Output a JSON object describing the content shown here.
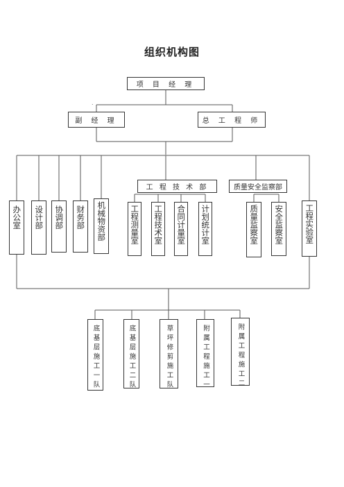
{
  "title": "组织机构图",
  "nodes": {
    "project_manager": "项 目 经 理",
    "deputy_manager": "副 经 理",
    "chief_engineer": "总 工 程 师",
    "engineering_tech_dept": "工 程 技 术 部",
    "quality_safety_dept": "质量安全监察部"
  },
  "departments": [
    {
      "id": "office",
      "label": "办公室"
    },
    {
      "id": "design",
      "label": "设计部"
    },
    {
      "id": "coordination",
      "label": "协调部"
    },
    {
      "id": "finance",
      "label": "财务部"
    },
    {
      "id": "machinery",
      "label": "机械物资部"
    }
  ],
  "tech_sub": [
    {
      "id": "survey",
      "label": "工程测量室"
    },
    {
      "id": "tech",
      "label": "工程技术室"
    },
    {
      "id": "contract",
      "label": "合同计量室"
    },
    {
      "id": "stats",
      "label": "计划统计室"
    }
  ],
  "quality_sub": [
    {
      "id": "quality",
      "label": "质量监察室"
    },
    {
      "id": "safety",
      "label": "安全监察室"
    }
  ],
  "lab": {
    "id": "lab",
    "label": "工程实验室"
  },
  "teams": [
    {
      "id": "team1",
      "label": "底基层施工一队"
    },
    {
      "id": "team2",
      "label": "底基层施工二队"
    },
    {
      "id": "team3",
      "label": "草坪修剪施工队"
    },
    {
      "id": "team4",
      "label": "附属工程施工一"
    },
    {
      "id": "team5",
      "label": "附属工程施工二"
    }
  ],
  "marks": {
    "dot": "."
  },
  "colors": {
    "line": "#555555",
    "border": "#333333"
  }
}
